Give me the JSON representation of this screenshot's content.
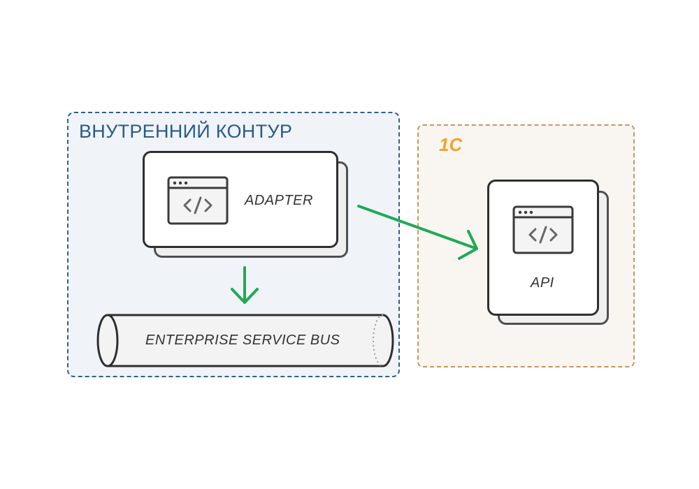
{
  "zones": {
    "internal": {
      "title": "ВНУТРЕННИЙ КОНТУР",
      "border_color": "#2f5f91",
      "fill_color": "#f0f4f8"
    },
    "external": {
      "title": "1С",
      "title_color": "#f3a32b",
      "border_color": "#c9955f"
    }
  },
  "nodes": {
    "adapter": {
      "label": "ADAPTER",
      "icon": "code-window-icon"
    },
    "api": {
      "label": "API",
      "icon": "code-window-icon"
    },
    "bus": {
      "label": "ENTERPRISE SERVICE BUS",
      "shape": "cylinder"
    }
  },
  "edges": [
    {
      "from": "adapter",
      "to": "api",
      "color": "#1faa55"
    },
    {
      "from": "adapter",
      "to": "bus",
      "color": "#1faa55"
    }
  ]
}
